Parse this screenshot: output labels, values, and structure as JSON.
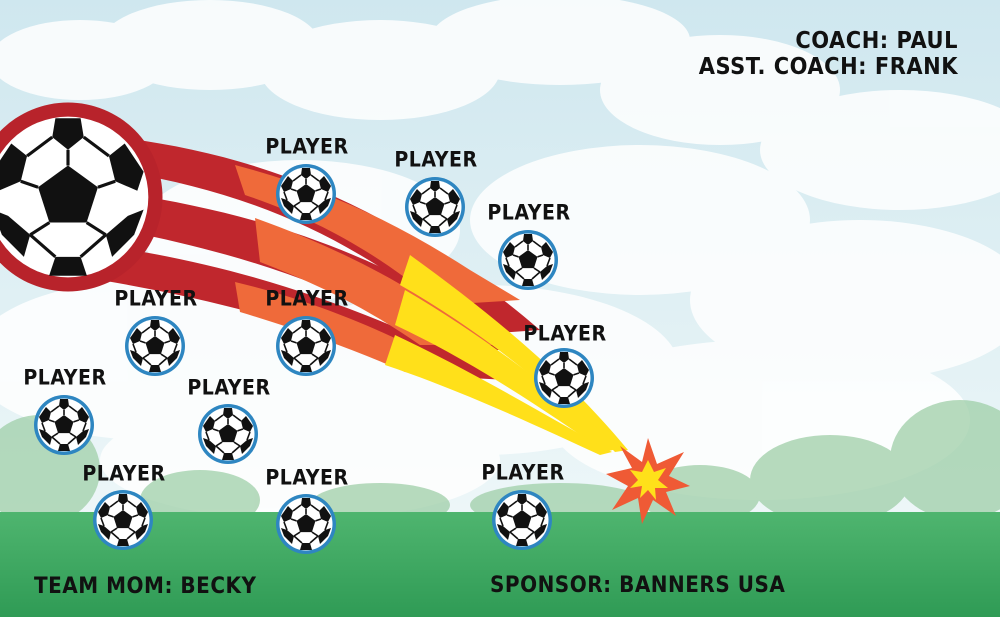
{
  "banner": {
    "coach": "COACH: PAUL",
    "asst_coach": "ASST. COACH: FRANK",
    "team_mom": "TEAM MOM: BECKY",
    "sponsor": "SPONSOR: BANNERS USA",
    "players": [
      "PLAYER",
      "PLAYER",
      "PLAYER",
      "PLAYER",
      "PLAYER",
      "PLAYER",
      "PLAYER",
      "PLAYER",
      "PLAYER",
      "PLAYER",
      "PLAYER"
    ]
  },
  "colors": {
    "sky": "#cfe6ee",
    "grass": "#36a35c",
    "ball_ring": "#b8232b",
    "small_ball_ring": "#2e86c1",
    "streak_red": "#c0272d",
    "streak_orange": "#ef6a3a",
    "streak_yellow": "#ffe01a",
    "text": "#111111"
  },
  "icons": {
    "main_ball": "soccer-ball-icon",
    "small_ball": "soccer-ball-icon",
    "impact": "starburst-icon"
  }
}
